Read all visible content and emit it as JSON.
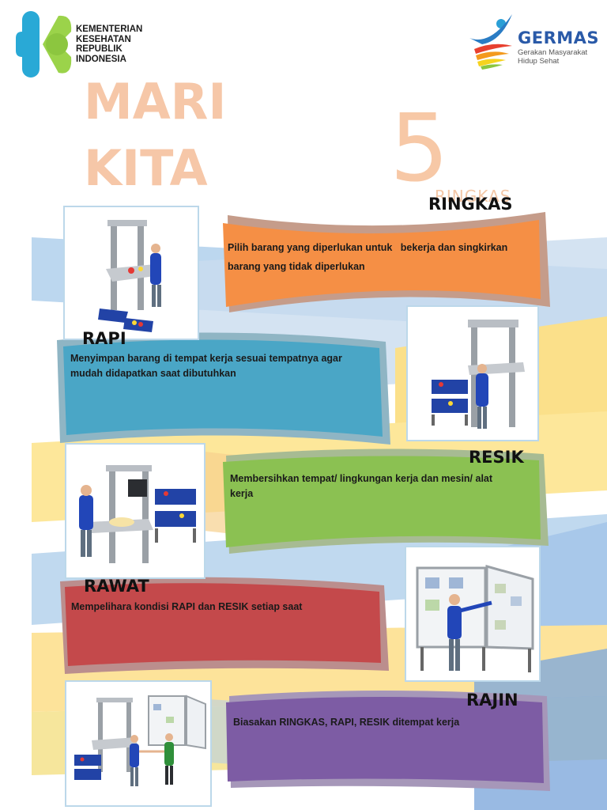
{
  "ministry": {
    "lines": [
      "KEMENTERIAN",
      "KESEHATAN",
      "REPUBLIK",
      "INDONESIA"
    ]
  },
  "germas": {
    "title": "GERMAS",
    "subtitle_lines": [
      "Gerakan Masyarakat",
      "Hidup Sehat"
    ]
  },
  "headline": {
    "line1": "MARI",
    "line2": "KITA",
    "number": "5",
    "ghost": "RINGKAS"
  },
  "steps": [
    {
      "title": "RINGKAS",
      "lines": [
        "Pilih barang yang diperlukan untuk   bekerja dan singkirkan",
        "barang yang tidak diperlukan"
      ],
      "color": "#f58f45"
    },
    {
      "title": "RAPI",
      "lines": [
        "Menyimpan barang di tempat kerja sesuai tempatnya agar",
        "mudah didapatkan saat dibutuhkan"
      ],
      "color": "#4aa6c6"
    },
    {
      "title": "RESIK",
      "lines": [
        "Membersihkan tempat/ lingkungan kerja dan mesin/ alat",
        "kerja"
      ],
      "color": "#8bc152"
    },
    {
      "title": "RAWAT",
      "lines": [
        "Mempelihara kondisi RAPI dan RESIK setiap saat"
      ],
      "color": "#c4494b"
    },
    {
      "title": "RAJIN",
      "lines": [
        "Biasakan RINGKAS, RAPI, RESIK ditempat kerja"
      ],
      "color": "#7d5ca4"
    }
  ],
  "icons": {
    "ministry_logo": "kemenkes-logo",
    "germas_logo": "germas-logo"
  }
}
